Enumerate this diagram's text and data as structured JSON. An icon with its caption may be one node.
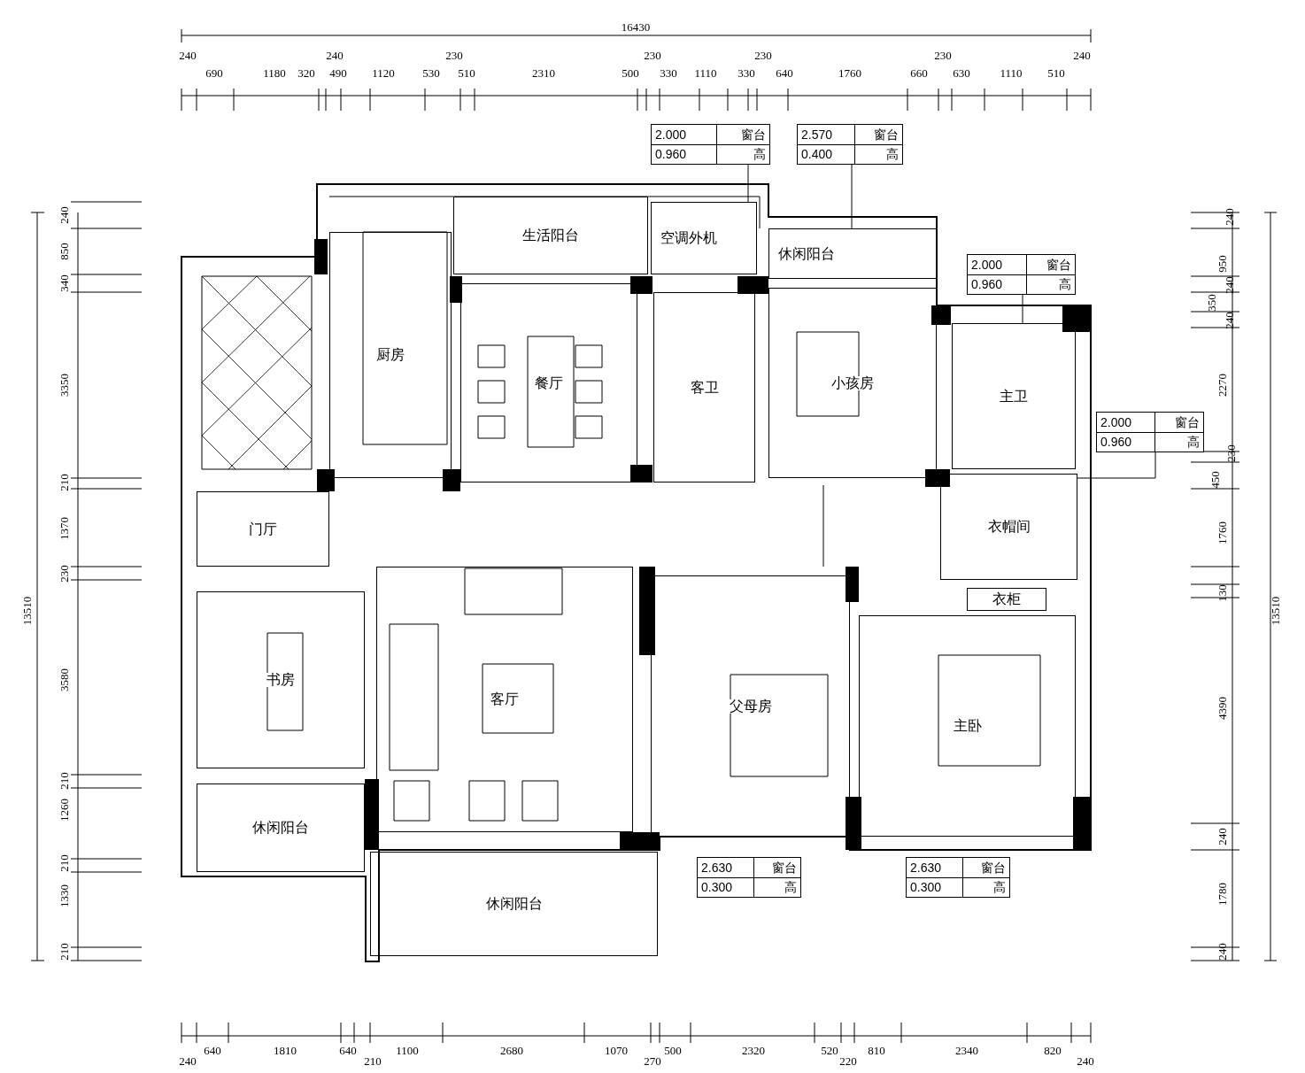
{
  "diagram": {
    "nodes": [
      {
        "text": [
          "生活阳台"
        ]
      },
      {
        "text": [
          "空调外机"
        ]
      },
      {
        "text": [
          "休闲阳台"
        ]
      },
      {
        "text": [
          "厨房"
        ]
      },
      {
        "text": [
          "餐厅"
        ]
      },
      {
        "text": [
          "客卫"
        ]
      },
      {
        "text": [
          "小孩房"
        ]
      },
      {
        "text": [
          "主卫"
        ]
      },
      {
        "text": [
          "衣帽间"
        ]
      },
      {
        "text": [
          "门厅"
        ]
      },
      {
        "text": [
          "书房"
        ]
      },
      {
        "text": [
          "客厅"
        ]
      },
      {
        "text": [
          "父母房"
        ]
      },
      {
        "text": [
          "衣柜"
        ]
      },
      {
        "text": [
          "主卧"
        ]
      },
      {
        "text": [
          "休闲阳台"
        ]
      },
      {
        "text": [
          "休闲阳台"
        ]
      },
      {
        "text": [
          "2.000",
          "窗台",
          "0.960",
          "高"
        ]
      },
      {
        "text": [
          "2.570",
          "窗台",
          "0.400",
          "高"
        ]
      },
      {
        "text": [
          "2.000",
          "窗台",
          "0.960",
          "高"
        ]
      },
      {
        "text": [
          "2.000",
          "窗台",
          "0.960",
          "高"
        ]
      },
      {
        "text": [
          "2.630",
          "窗台",
          "0.300",
          "高"
        ]
      },
      {
        "text": [
          "2.630",
          "窗台",
          "0.300",
          "高"
        ]
      }
    ],
    "edges": [
      {
        "from": 17,
        "to": 1,
        "arrow": "none"
      },
      {
        "from": 18,
        "to": 2,
        "arrow": "none"
      },
      {
        "from": 19,
        "to": 7,
        "arrow": "none"
      },
      {
        "from": 20,
        "to": 8,
        "arrow": "none"
      }
    ],
    "labels": [
      "16430",
      "240",
      "240",
      "230",
      "230",
      "230",
      "230",
      "240",
      "690",
      "1180",
      "320",
      "490",
      "1120",
      "530",
      "510",
      "2310",
      "500",
      "330",
      "1110",
      "330",
      "640",
      "1760",
      "660",
      "630",
      "1110",
      "510",
      "13510",
      "240",
      "850",
      "340",
      "3350",
      "210",
      "1370",
      "230",
      "3580",
      "210",
      "1260",
      "210",
      "1330",
      "210",
      "240",
      "950",
      "240",
      "350",
      "240",
      "2270",
      "230",
      "450",
      "1760",
      "130",
      "4390",
      "240",
      "1780",
      "240",
      "13510",
      "240",
      "640",
      "1810",
      "640",
      "210",
      "1100",
      "2680",
      "1070",
      "270",
      "500",
      "2320",
      "520",
      "220",
      "810",
      "2340",
      "820",
      "240"
    ]
  }
}
